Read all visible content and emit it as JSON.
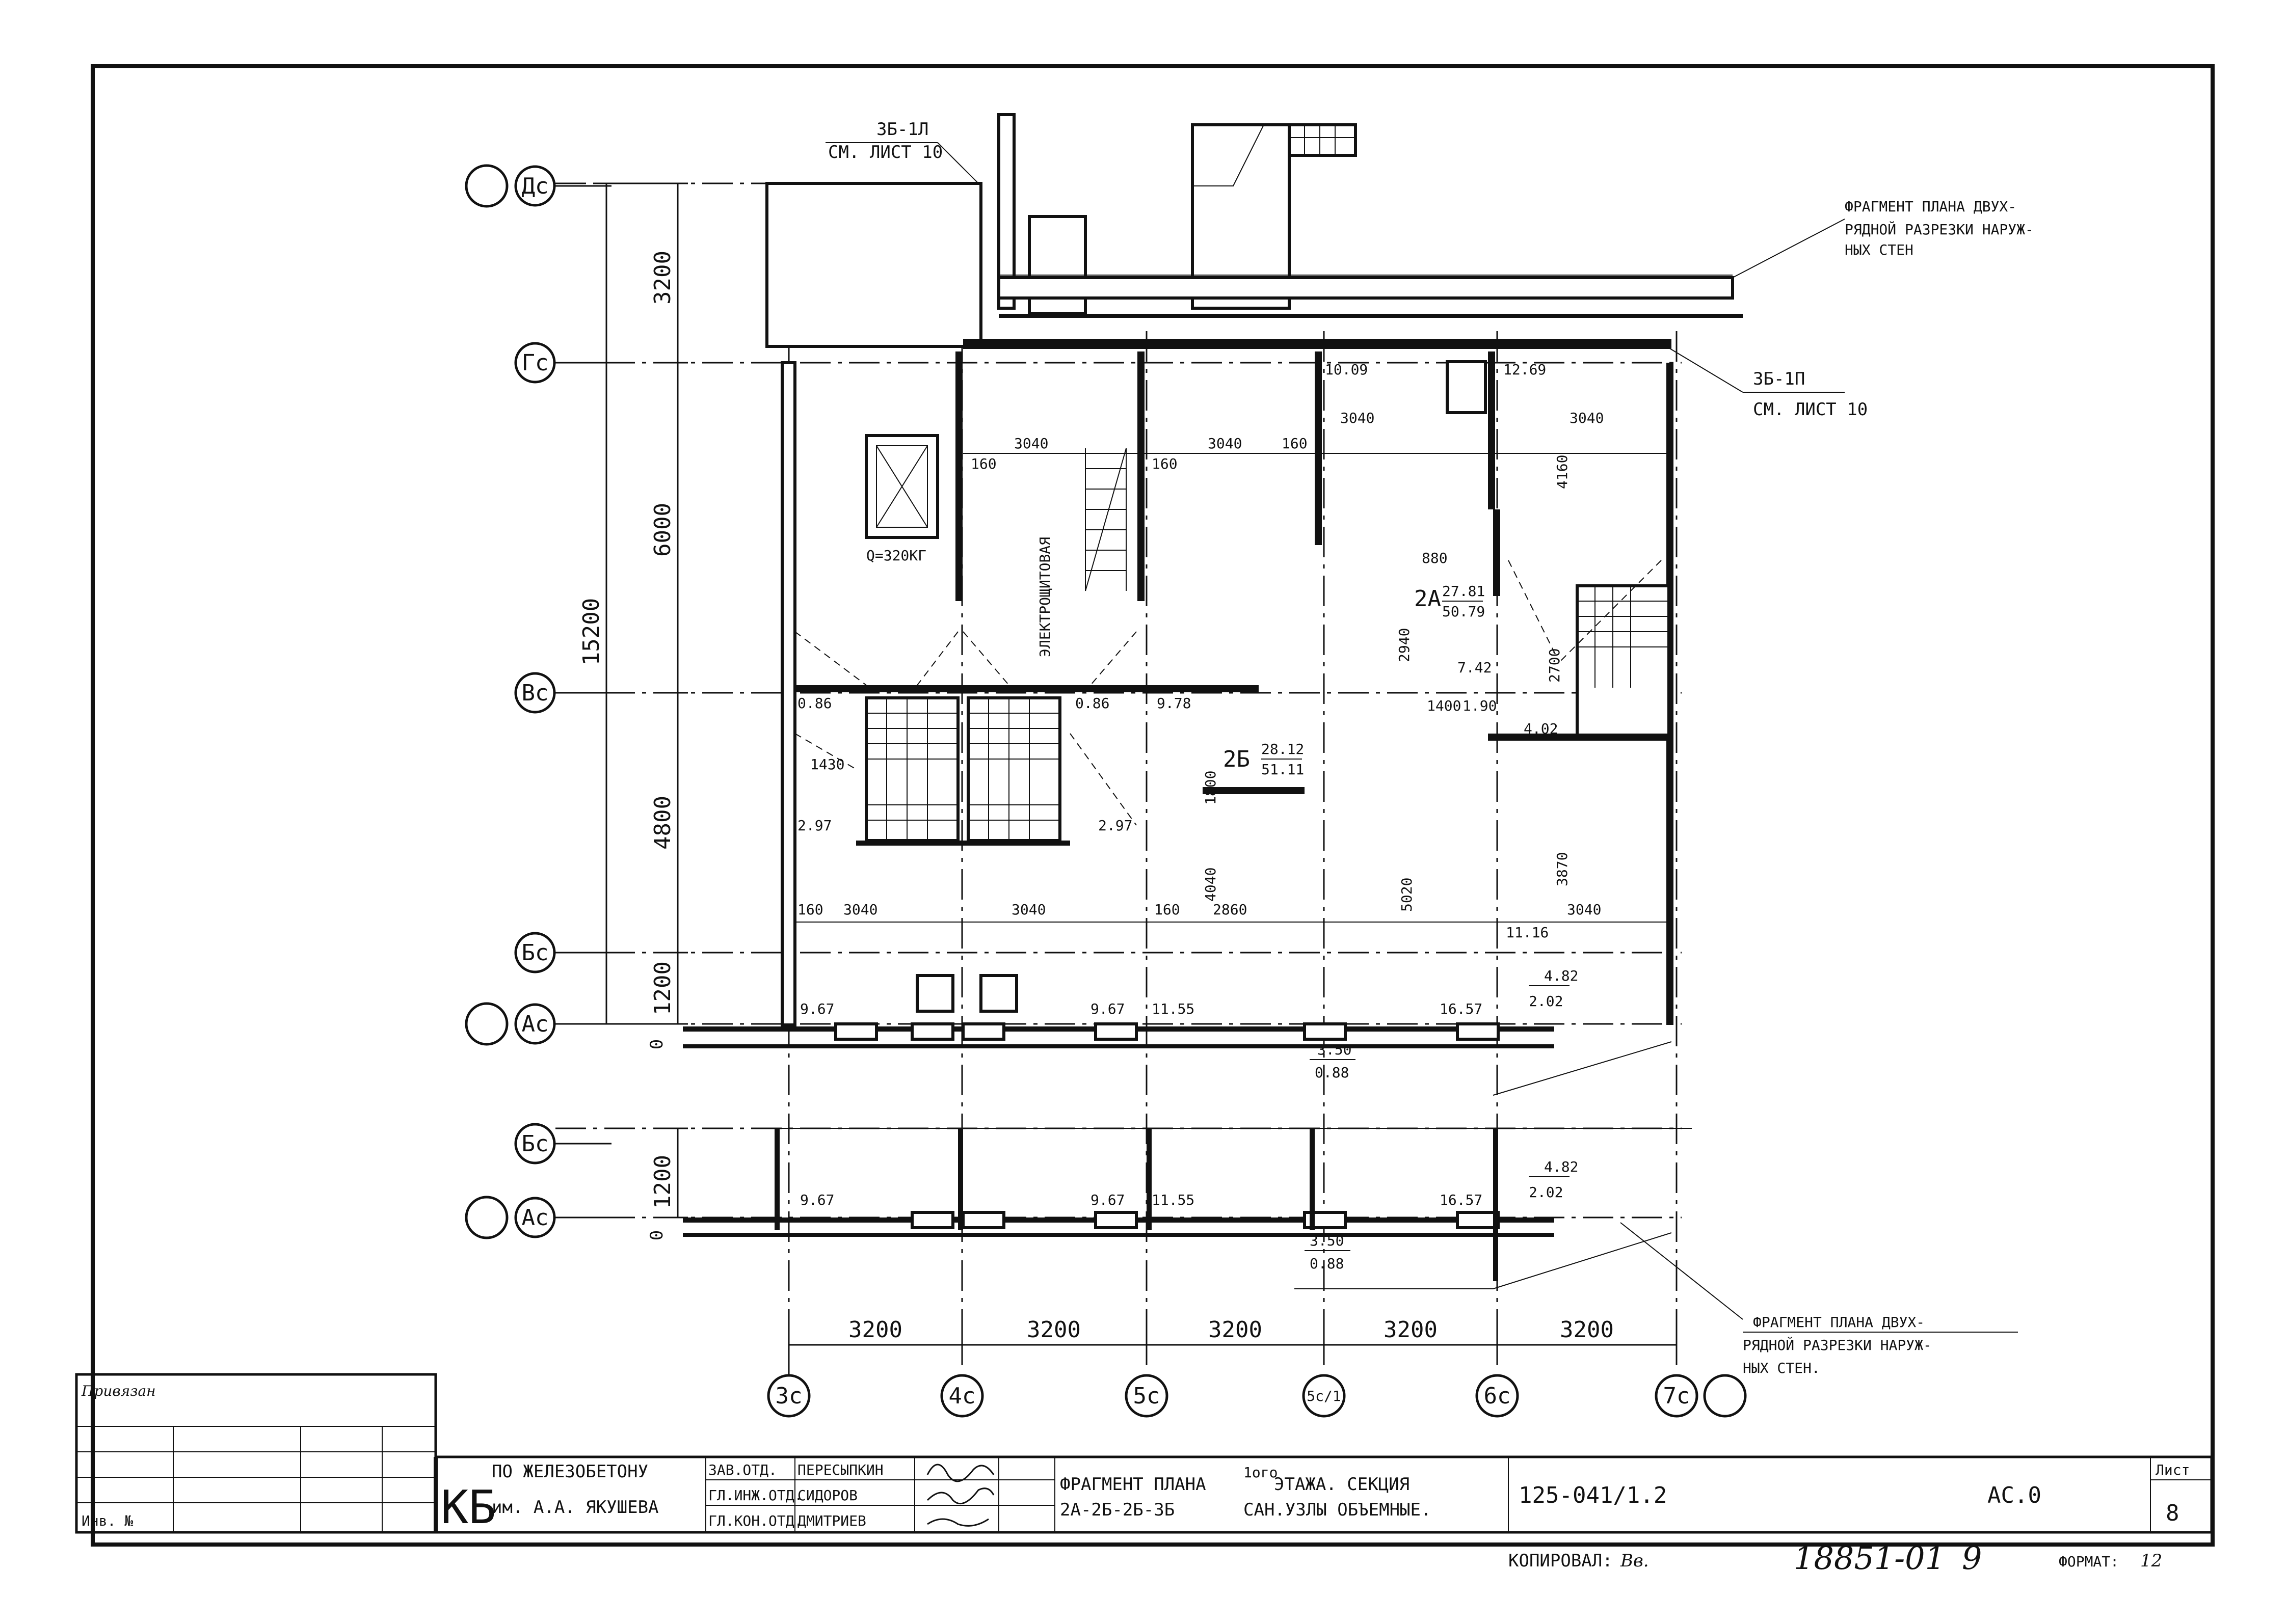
{
  "axes_rows": [
    "Дс",
    "Гс",
    "Вс",
    "Бс",
    "Ас",
    "Бс",
    "Ас"
  ],
  "axes_cols": [
    "3с",
    "4с",
    "5с",
    "5с/1",
    "6с",
    "7с"
  ],
  "callouts": {
    "top_left": {
      "line1": "3Б-1Л",
      "line2": "СМ. ЛИСТ 10"
    },
    "top_right": {
      "line1": "ФРАГМЕНТ ПЛАНА ДВУХ-",
      "line2": "РЯДНОЙ РАЗРЕЗКИ НАРУЖ-",
      "line3": "НЫХ СТЕН"
    },
    "right_mid": {
      "line1": "3Б-1П",
      "line2": "СМ. ЛИСТ 10"
    },
    "bottom_right": {
      "line1": "ФРАГМЕНТ ПЛАНА ДВУХ-",
      "line2": "РЯДНОЙ РАЗРЕЗКИ НАРУЖ-",
      "line3": "НЫХ СТЕН."
    }
  },
  "dims_vertical": {
    "d1": "3200",
    "d2": "6000",
    "d3": "15200",
    "d4": "4800",
    "d5": "1200",
    "d6": "1200",
    "zero1": "0",
    "zero2": "0"
  },
  "dims_bottom": [
    "3200",
    "3200",
    "3200",
    "3200",
    "3200"
  ],
  "room_labels": {
    "elevator": "Q=320КГ",
    "elec": "ЭЛЕКТРОЩИТОВАЯ",
    "apt2A": "2А",
    "apt2A_a": "27.81",
    "apt2A_b": "50.79",
    "apt2B": "2Б",
    "apt2B_a": "28.12",
    "apt2B_b": "51.11",
    "a1": "10.09",
    "a2": "12.69",
    "a3": "3040",
    "a4": "3040",
    "a5": "3040",
    "a6": "160",
    "a7": "160",
    "a8": "160",
    "a9": "3040",
    "a10": "7.42",
    "a11": "4.02",
    "a12": "9.78",
    "a13": "0.86",
    "a14": "0.86",
    "a15": "2.97",
    "a16": "2.97",
    "a17": "1430",
    "a18": "3040",
    "a19": "3040",
    "a20": "2860",
    "a21": "3040",
    "a22": "160",
    "a23": "160",
    "a24": "9.67",
    "a25": "9.67",
    "a26": "11.55",
    "a27": "16.57",
    "a28": "11.16",
    "a29": "4.82",
    "a30": "2.02",
    "a31": "3.50",
    "a32": "0.88",
    "b24": "9.67",
    "b25": "9.67",
    "b26": "11.55",
    "b27": "16.57",
    "b29": "4.82",
    "b30": "2.02",
    "b31": "3.50",
    "b32": "0.88",
    "v1": "4160",
    "v2": "2940",
    "v3": "4040",
    "v4": "1800",
    "v5": "3870",
    "v6": "5020",
    "v7": "1400",
    "v8": "1.90",
    "v9": "880",
    "v10": "2700"
  },
  "titleblock": {
    "privyazan": "Привязан",
    "inv_no": "Инв. №",
    "logo": "КБ",
    "org_line1": "ПО ЖЕЛЕЗОБЕТОНУ",
    "org_line2": "им. А.А. ЯКУШЕВА",
    "role1": "ЗАВ.ОТД.",
    "name1": "ПЕРЕСЫПКИН",
    "role2": "ГЛ.ИНЖ.ОТД.",
    "name2": "СИДОРОВ",
    "role3": "ГЛ.КОН.ОТД.",
    "name3": "ДМИТРИЕВ",
    "title_line1a": "ФРАГМЕНТ ПЛАНА",
    "title_sup": "1ого",
    "title_line1b": "ЭТАЖА. СЕКЦИЯ",
    "title_line2a": "2А-2Б-2Б-3Б",
    "title_line2b": "САН.УЗЛЫ ОБЪЕМНЫЕ.",
    "code": "125-041/1.2",
    "stage": "АС.0",
    "sheet_label": "Лист",
    "sheet_no": "8"
  },
  "footer": {
    "copied": "КОПИРОВАЛ:",
    "copied_sig": "Вв.",
    "number": "18851-01",
    "num2": "9",
    "format_label": "ФОРМАТ:",
    "format_val": "12"
  }
}
